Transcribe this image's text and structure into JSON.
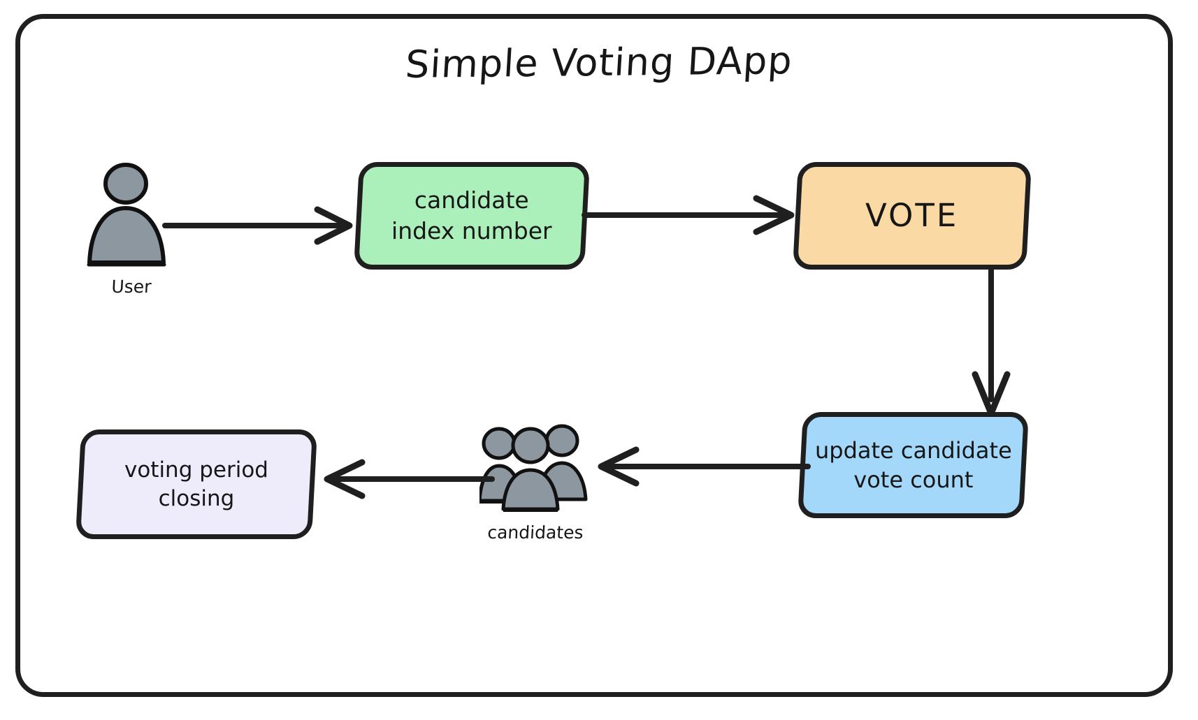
{
  "diagram": {
    "title": "Simple Voting DApp",
    "background": "#ffffff",
    "frame_color": "#1f1f1f"
  },
  "nodes": [
    {
      "id": "candidate-index",
      "label": "candidate\nindex number",
      "line1": "candidate",
      "line2": "index number",
      "color": "#abf0ba",
      "shape": "rounded-rect"
    },
    {
      "id": "vote",
      "label": "VOTE",
      "color": "#fbd9a5",
      "shape": "rounded-rect"
    },
    {
      "id": "update-count",
      "label": "update candidate\nvote count",
      "line1": "update candidate",
      "line2": "vote count",
      "color": "#a4d8fb",
      "shape": "rounded-rect"
    },
    {
      "id": "voting-closing",
      "label": "voting period\nclosing",
      "line1": "voting period",
      "line2": "closing",
      "color": "#eeecfb",
      "shape": "rounded-rect"
    }
  ],
  "actors": [
    {
      "id": "user",
      "caption": "User",
      "icon": "person-icon",
      "fill": "#8d97a0"
    },
    {
      "id": "candidates",
      "caption": "candidates",
      "icon": "people-group-icon",
      "fill": "#8d97a0"
    }
  ],
  "edges": [
    {
      "id": "user-to-index",
      "from": "user",
      "to": "candidate-index",
      "direction": "right",
      "icon": "arrow-right-icon"
    },
    {
      "id": "index-to-vote",
      "from": "candidate-index",
      "to": "vote",
      "direction": "right",
      "icon": "arrow-right-icon"
    },
    {
      "id": "vote-to-update",
      "from": "vote",
      "to": "update-count",
      "direction": "down",
      "icon": "arrow-down-icon"
    },
    {
      "id": "update-to-cands",
      "from": "update-count",
      "to": "candidates",
      "direction": "left",
      "icon": "arrow-left-icon"
    },
    {
      "id": "cands-to-close",
      "from": "candidates",
      "to": "voting-closing",
      "direction": "left",
      "icon": "arrow-left-icon"
    }
  ]
}
